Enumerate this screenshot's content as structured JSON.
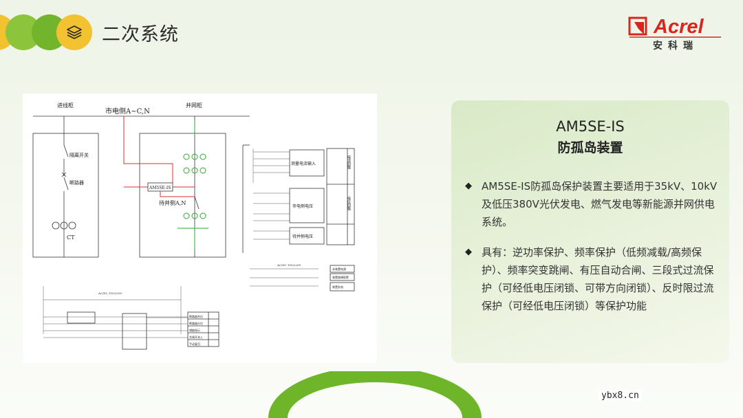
{
  "header": {
    "title": "二次系统",
    "layers_icon": "layers-icon"
  },
  "logo": {
    "brand": "Acrel",
    "cn": "安科瑞"
  },
  "diagram": {
    "cabinet_in": "进线柜",
    "cabinet_grid": "并网柜",
    "bus_label": "市电侧A~C,N",
    "isolator": "隔离开关",
    "breaker": "断路器",
    "ct": "CT",
    "device_tag": "AM5SE-IS",
    "grid_side": "待并侧A,N",
    "r1": "测量电流输入",
    "r2": "市电侧电压",
    "r3": "待并侧电压",
    "v1": "电流回路",
    "v2": "电压回路",
    "ps_label": "AC/DC 110/220V",
    "mid1": "本装置电源",
    "mid2": "装置故障报警",
    "mid3": "装置失电",
    "bl1": "断路器合位",
    "bl2": "断路器分位",
    "bl3": "储能指示",
    "bl4": "合闸开关入",
    "bl5": "手动复归",
    "ps_label2": "AC/DC 110/220V"
  },
  "card": {
    "model": "AM5SE-IS",
    "name": "防孤岛装置",
    "bullets": [
      "AM5SE-IS防孤岛保护装置主要适用于35kV、10kV及低压380V光伏发电、燃气发电等新能源并网供电系统。",
      "具有：逆功率保护、频率保护（低频减载/高频保护）、频率突变跳闸、有压自动合闸、三段式过流保护（可经低电压闭锁、可带方向闭锁）、反时限过流保护（可经低电压闭锁）等保护功能"
    ],
    "bullet_icon": "diamond-bullet-icon"
  },
  "watermark": "ybx8.cn",
  "colors": {
    "accent_yellow": "#f2c230",
    "accent_green": "#72b52c",
    "logo_red": "#d7261e",
    "wire_red": "#d9302a",
    "wire_green": "#2da82d"
  }
}
